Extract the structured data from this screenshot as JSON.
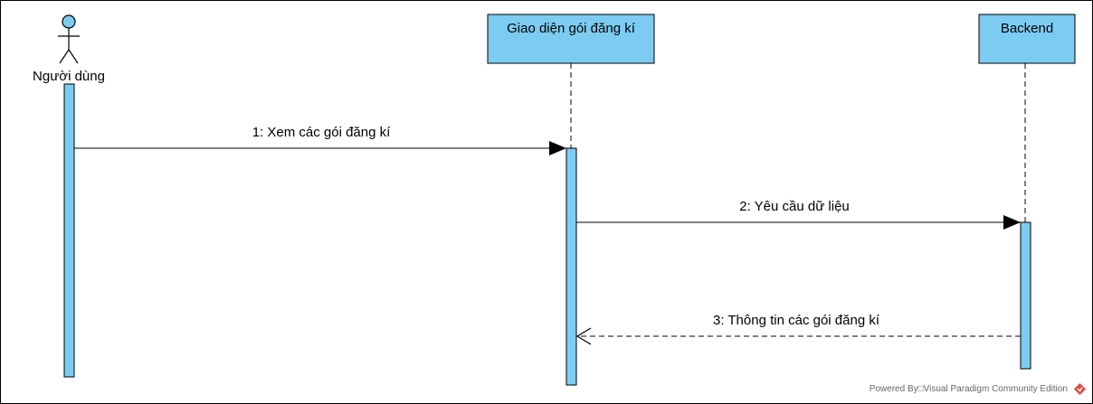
{
  "colors": {
    "fill": "#7cccf2",
    "stroke": "#000000",
    "logo": "#e0473f"
  },
  "actor": {
    "name": "Người dùng"
  },
  "lifelines": {
    "ui": "Giao diện gói đăng kí",
    "backend": "Backend"
  },
  "messages": [
    {
      "label": "1: Xem các gói đăng kí",
      "type": "sync"
    },
    {
      "label": "2: Yêu cầu dữ liệu",
      "type": "sync"
    },
    {
      "label": "3: Thông tin các gói đăng kí",
      "type": "return"
    }
  ],
  "footer": {
    "text": "Powered By□Visual Paradigm Community Edition"
  }
}
